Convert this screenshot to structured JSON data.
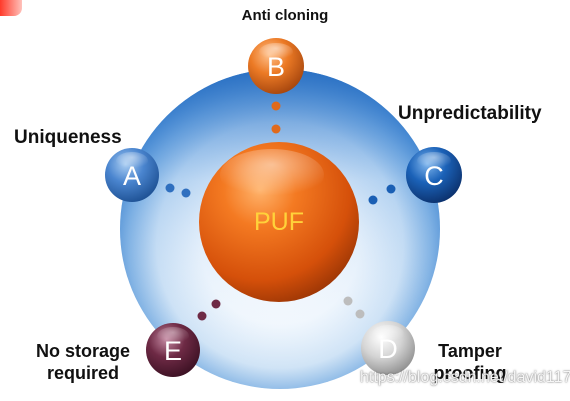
{
  "center": {
    "label": "PUF"
  },
  "nodes": [
    {
      "letter": "B",
      "label": "Anti cloning"
    },
    {
      "letter": "C",
      "label": "Unpredictability"
    },
    {
      "letter": "A",
      "label": "Uniqueness"
    },
    {
      "letter": "E",
      "label_line1": "No storage",
      "label_line2": "required"
    },
    {
      "letter": "D",
      "label_line1": "Tamper",
      "label_line2": "proofing"
    }
  ],
  "watermark": "https://blog.csdn.net/david117",
  "colors": {
    "ring_outer": "#2f78c9",
    "ring_inner": "#eaf3fb",
    "puf_sphere": "#e8590d",
    "puf_text": "#ffd23a",
    "node_b": "#e8731f",
    "node_c": "#1a5fb4",
    "node_a": "#3f7fcf",
    "node_e": "#6e2a45",
    "node_d": "#c8c8c8"
  }
}
